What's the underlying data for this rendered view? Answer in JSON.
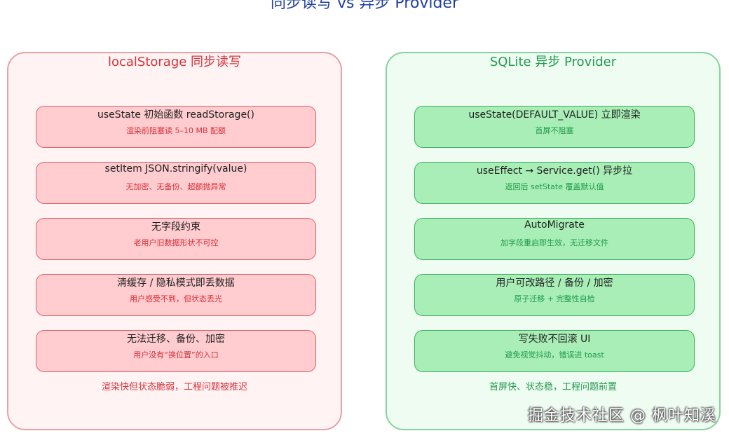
{
  "title": "同步读写 vs 异步 Provider",
  "left_panel": {
    "title": "localStorage 同步读写",
    "cards": [
      {
        "title": "useState 初始函数 readStorage()",
        "subtitle": "渲染前阻塞读 5–10 MB 配额"
      },
      {
        "title": "setItem JSON.stringify(value)",
        "subtitle": "无加密、无备份、超额抛异常"
      },
      {
        "title": "无字段约束",
        "subtitle": "老用户旧数据形状不可控"
      },
      {
        "title": "清缓存 / 隐私模式即丢数据",
        "subtitle": "用户感受不到，但状态丢光"
      },
      {
        "title": "无法迁移、备份、加密",
        "subtitle": "用户没有“换位置”的入口"
      }
    ],
    "footer": "渲染快但状态脆弱，工程问题被推迟"
  },
  "right_panel": {
    "title": "SQLite 异步 Provider",
    "cards": [
      {
        "title": "useState(DEFAULT_VALUE) 立即渲染",
        "subtitle": "首屏不阻塞"
      },
      {
        "title": "useEffect → Service.get() 异步拉",
        "subtitle": "返回后 setState 覆盖默认值"
      },
      {
        "title": "AutoMigrate",
        "subtitle": "加字段重启即生效，无迁移文件"
      },
      {
        "title": "用户可改路径 / 备份 / 加密",
        "subtitle": "原子迁移 + 完整性自检"
      },
      {
        "title": "写失败不回滚 UI",
        "subtitle": "避免视觉抖动，错误进 toast"
      }
    ],
    "footer": "首屏快、状态稳，工程问题前置"
  },
  "watermark": "掘金技术社区 @ 枫叶知溪",
  "colors": {
    "title": "#1f3fa3",
    "left_accent": "#d8323a",
    "left_card_fill": "#ffcccf",
    "right_accent": "#239a4e",
    "right_card_fill": "#a8eeb6"
  }
}
